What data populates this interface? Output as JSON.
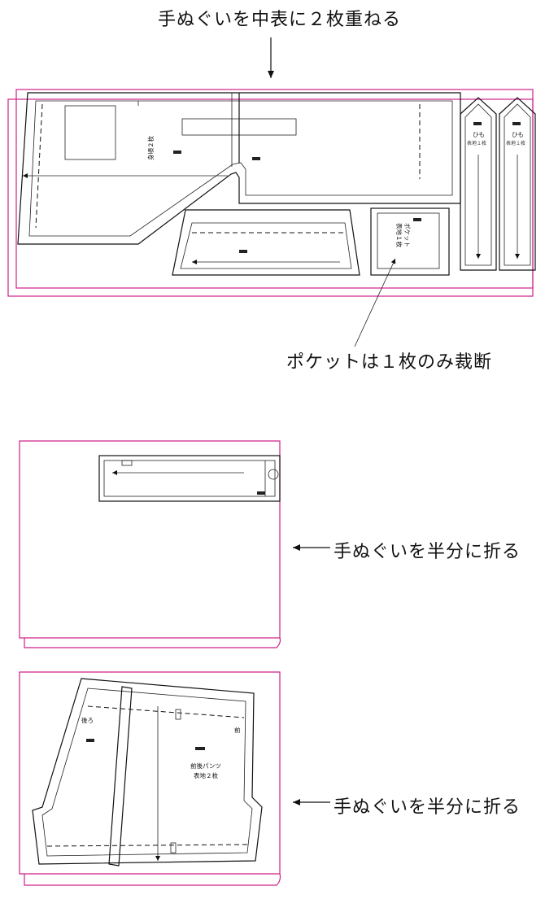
{
  "captions": {
    "top": "手ぬぐいを中表に２枚重ねる",
    "pocket": "ポケットは１枚のみ裁断",
    "middle": "手ぬぐいを半分に折る",
    "bottom": "手ぬぐいを半分に折る"
  },
  "piece_labels": {
    "front_body": "身頃２枚",
    "pocket": "ポケット",
    "pocket_qty": "表地１枚",
    "tie_1": "ひも",
    "tie_1_qty": "表地１枚",
    "tie_2": "ひも",
    "tie_2_qty": "表地１枚",
    "pants": "前後パンツ",
    "pants_qty": "表地２枚",
    "pants_back": "後ろ",
    "pants_front": "前"
  },
  "colors": {
    "fabric_outline": "#d0208a",
    "pattern_line": "#111111"
  }
}
